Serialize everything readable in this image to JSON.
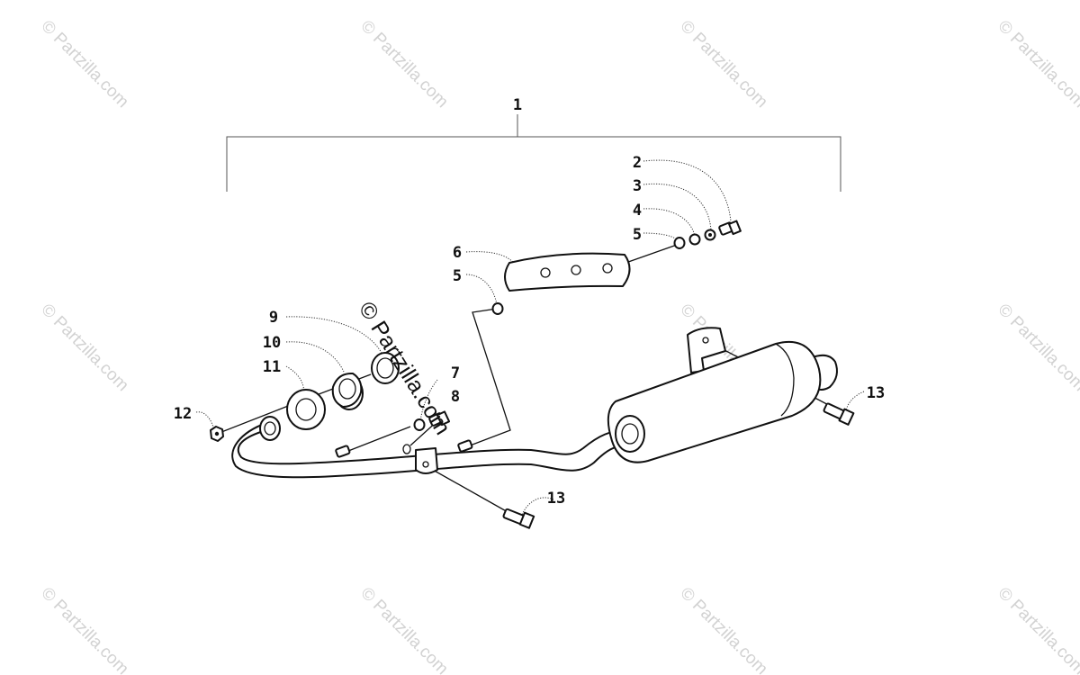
{
  "diagram": {
    "watermark": "© Partzilla.com",
    "callouts": {
      "c1": "1",
      "c2": "2",
      "c3": "3",
      "c4": "4",
      "c5a": "5",
      "c5b": "5",
      "c6": "6",
      "c7": "7",
      "c8": "8",
      "c9": "9",
      "c10": "10",
      "c11": "11",
      "c12": "12",
      "c13a": "13",
      "c13b": "13"
    }
  }
}
